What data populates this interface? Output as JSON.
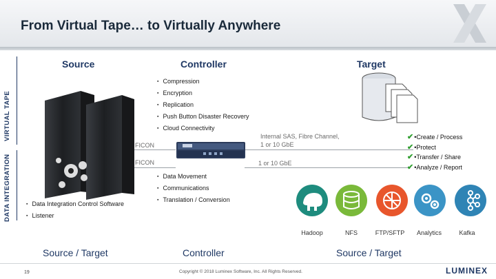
{
  "header": {
    "title": "From Virtual Tape… to Virtually Anywhere"
  },
  "side_labels": {
    "virtual_tape": "VIRTUAL TAPE",
    "data_integration": "DATA INTEGRATION"
  },
  "columns": {
    "source": "Source",
    "controller": "Controller",
    "target": "Target"
  },
  "controller_features": [
    "Compression",
    "Encryption",
    "Replication",
    "Push Button Disaster Recovery",
    "Cloud Connectivity"
  ],
  "links": {
    "ficon_top": "FICON",
    "ficon_bottom": "FICON",
    "internal_line1": "Internal SAS, Fibre Channel,",
    "internal_line2": "1 or 10 GbE",
    "gbe": "1 or 10 GbE"
  },
  "target_features": [
    "•Create / Process",
    "•Protect",
    "•Transfer / Share",
    "•Analyze / Report"
  ],
  "integration_features": [
    "Data Movement",
    "Communications",
    "Translation / Conversion"
  ],
  "source_features": [
    "Data Integration Control Software",
    "Listener"
  ],
  "tools": [
    {
      "label": "Hadoop",
      "icon": "hadoop-elephant-icon",
      "color": "#1e8c7e"
    },
    {
      "label": "NFS",
      "icon": "nfs-database-icon",
      "color": "#7ab93a"
    },
    {
      "label": "FTP/SFTP",
      "icon": "ftp-network-icon",
      "color": "#e8562c"
    },
    {
      "label": "Analytics",
      "icon": "analytics-gears-icon",
      "color": "#3b94c6"
    },
    {
      "label": "Kafka",
      "icon": "kafka-nodes-icon",
      "color": "#2f84b5"
    }
  ],
  "footer": {
    "source_target": "Source / Target",
    "controller": "Controller",
    "source_target_right": "Source / Target",
    "page": "19",
    "copyright": "Copyright © 2018 Luminex Software, Inc. All Rights Reserved.",
    "brand": "LUMINEX"
  }
}
